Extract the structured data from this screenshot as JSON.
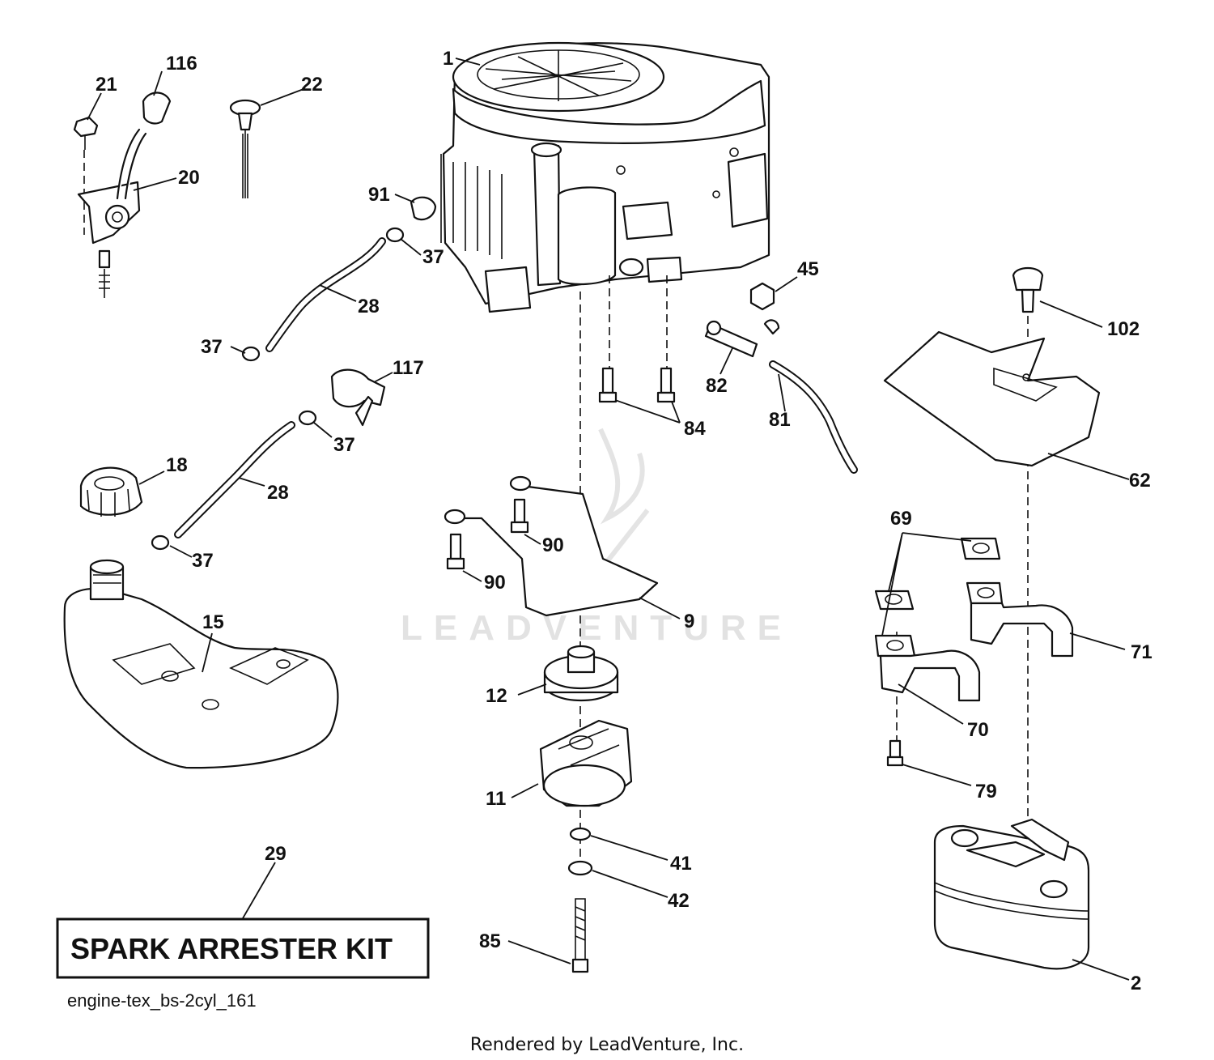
{
  "kit_label": "SPARK ARRESTER KIT",
  "drawing_code": "engine-tex_bs-2cyl_161",
  "footer": "Rendered by LeadVenture, Inc.",
  "watermark": "LEADVENTURE",
  "callouts": {
    "c1": "1",
    "c116": "116",
    "c21": "21",
    "c22": "22",
    "c20": "20",
    "c91": "91",
    "c37a": "37",
    "c28a": "28",
    "c37b": "37",
    "c45": "45",
    "c102": "102",
    "c117": "117",
    "c82": "82",
    "c84": "84",
    "c81": "81",
    "c37c": "37",
    "c18": "18",
    "c28b": "28",
    "c62": "62",
    "c37d": "37",
    "c90a": "90",
    "c90b": "90",
    "c69": "69",
    "c9": "9",
    "c15": "15",
    "c71": "71",
    "c12": "12",
    "c70": "70",
    "c11": "11",
    "c79": "79",
    "c29": "29",
    "c41": "41",
    "c42": "42",
    "c85": "85",
    "c2": "2"
  }
}
